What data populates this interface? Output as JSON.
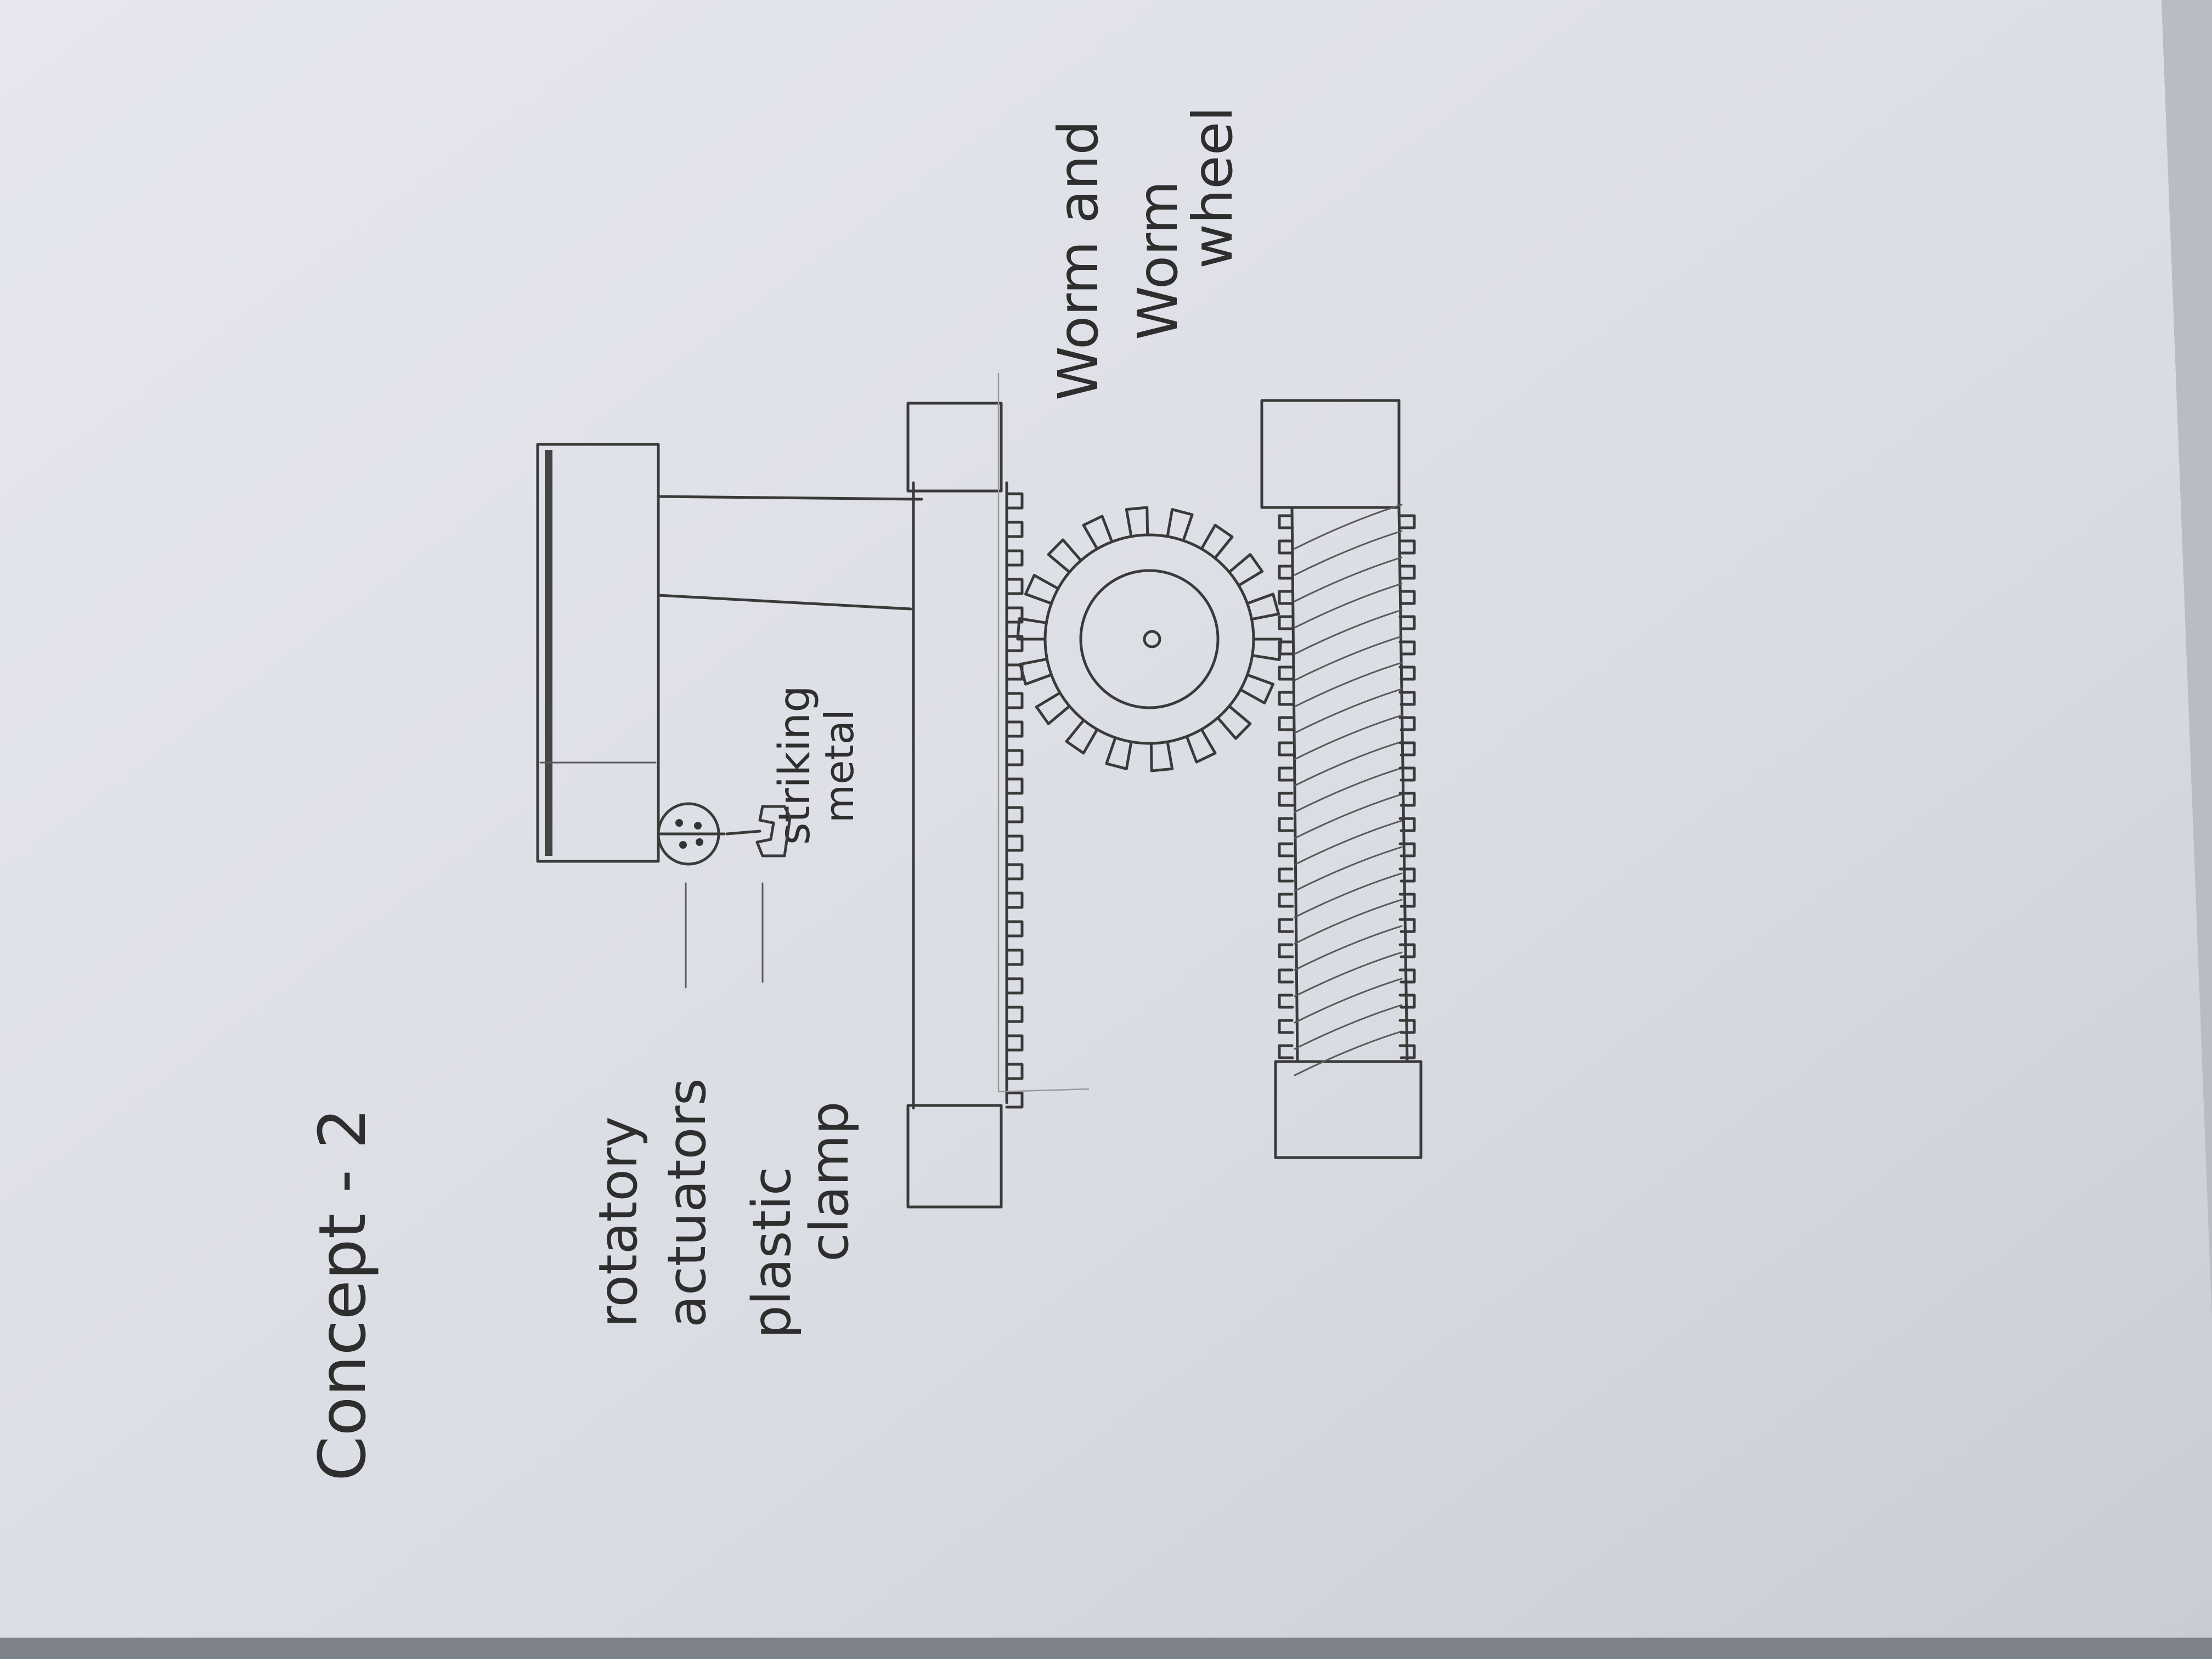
{
  "sketch": {
    "title": "Concept - 2",
    "labels": {
      "rotatory_actuators": [
        "rotatory",
        "actuators"
      ],
      "plastic_clamp": [
        "plastic",
        "clamp"
      ],
      "striking_metal": [
        "striking",
        "metal"
      ],
      "worm_and_worm_wheel": [
        "Worm and",
        "Worm",
        "wheel"
      ]
    }
  },
  "colors": {
    "paper": "#dcdee6",
    "pencil": "#3a3a3a",
    "background": "#8f9398"
  }
}
